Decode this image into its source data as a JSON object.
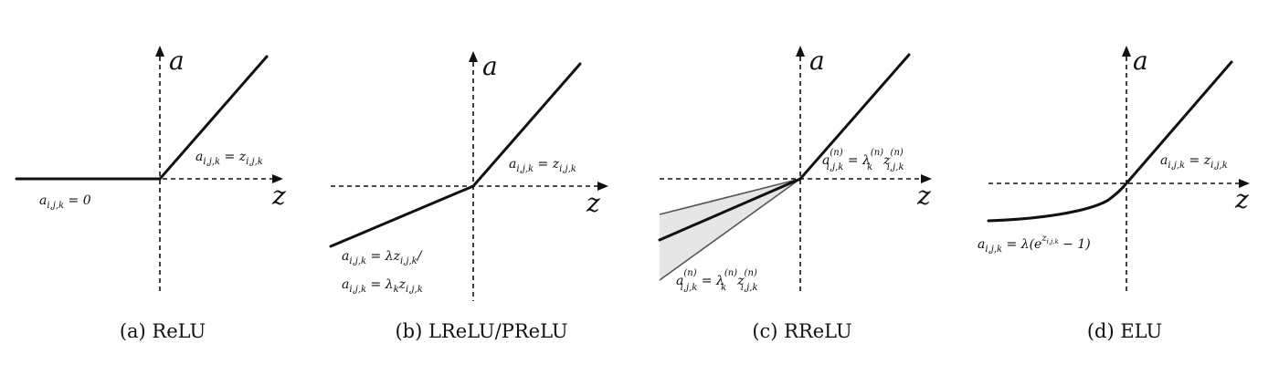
{
  "panels": [
    {
      "id": "a",
      "caption": "(a)  ReLU",
      "axis_x": "z",
      "axis_y": "a",
      "formulas": [
        "a_{i,j,k} = 0",
        "a_{i,j,k} = z_{i,j,k}"
      ]
    },
    {
      "id": "b",
      "caption": "(b)  LReLU/PReLU",
      "axis_x": "z",
      "axis_y": "a",
      "formulas": [
        "a_{i,j,k} = z_{i,j,k}",
        "a_{i,j,k} = λz_{i,j,k}/",
        "a_{i,j,k} = λ_k z_{i,j,k}"
      ]
    },
    {
      "id": "c",
      "caption": "(c)  RReLU",
      "axis_x": "z",
      "axis_y": "a",
      "formulas": [
        "a^{(n)}_{i,j,k} = λ^{(n)}_k z^{(n)}_{i,j,k}",
        "a^{(n)}_{i,j,k} = λ^{(n)}_k z^{(n)}_{i,j,k}"
      ]
    },
    {
      "id": "d",
      "caption": "(d)  ELU",
      "axis_x": "z",
      "axis_y": "a",
      "formulas": [
        "a_{i,j,k} = z_{i,j,k}",
        "a_{i,j,k} = λ(e^{z_{i,j,k}} − 1)"
      ]
    }
  ]
}
